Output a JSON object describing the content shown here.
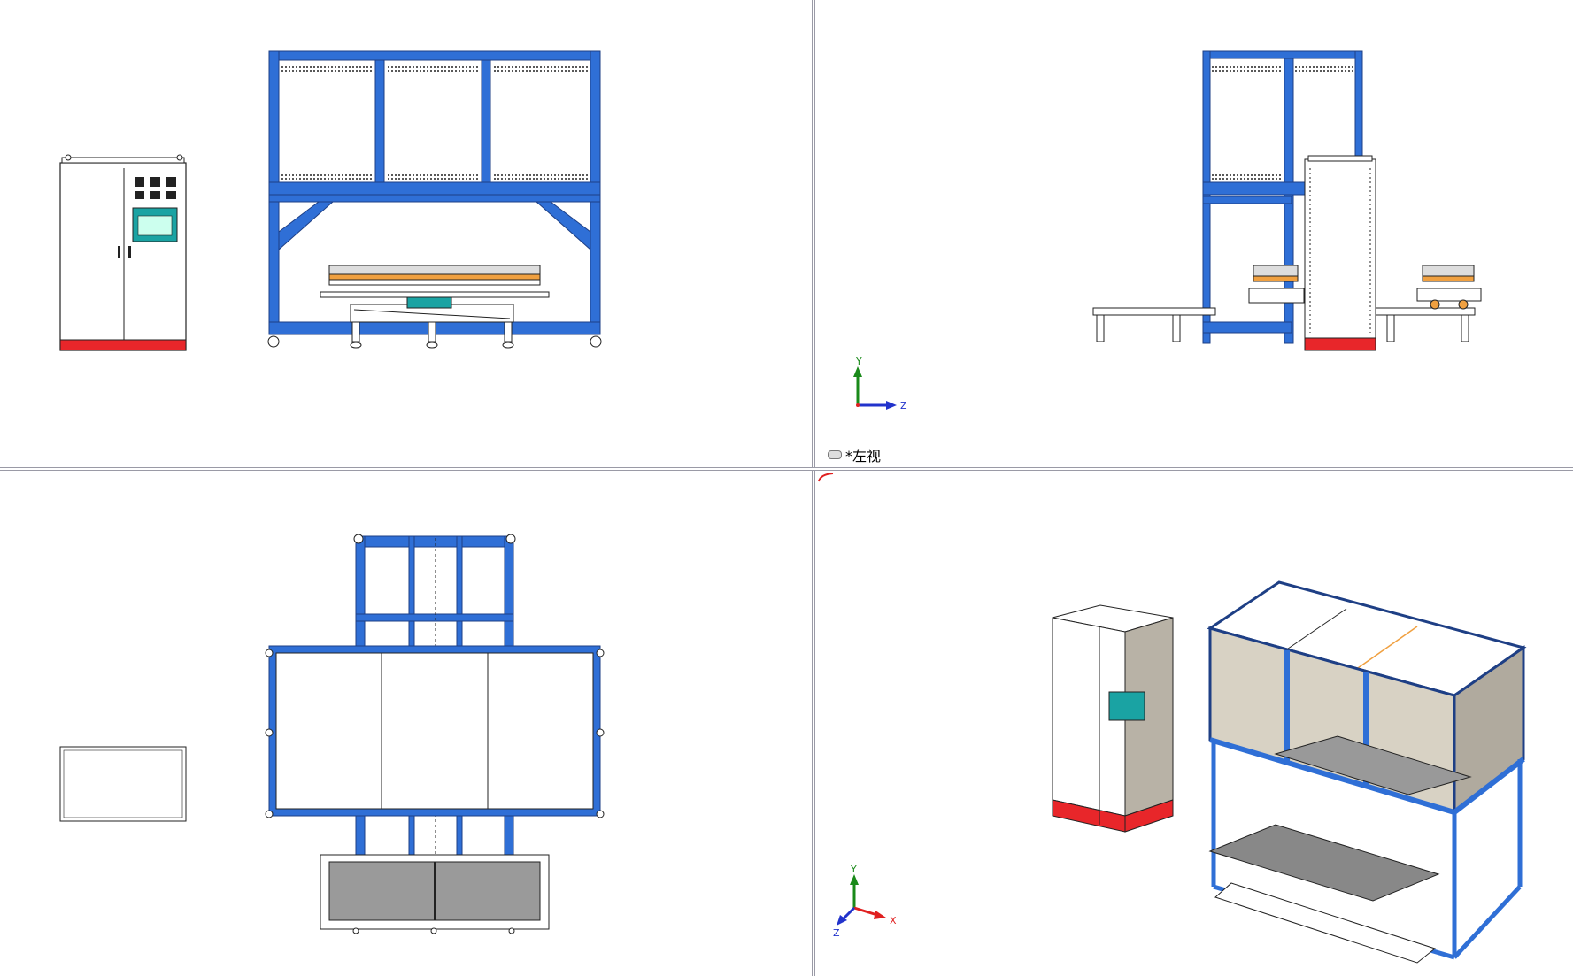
{
  "viewports": {
    "front": {
      "name": "front-view"
    },
    "left": {
      "name": "left-view",
      "label": "*左视"
    },
    "top": {
      "name": "top-view"
    },
    "iso": {
      "name": "isometric-view"
    }
  },
  "triad": {
    "left": {
      "y": "Y",
      "z": "Z"
    },
    "iso": {
      "y": "Y",
      "z": "Z",
      "x": "X"
    }
  },
  "colors": {
    "frame": "#2f6fd6",
    "frame_dark": "#1e3f85",
    "cabinet_base": "#e8262a",
    "panel": "#d8d2c4",
    "screen": "#1aa3a3",
    "orange": "#f0a040"
  }
}
